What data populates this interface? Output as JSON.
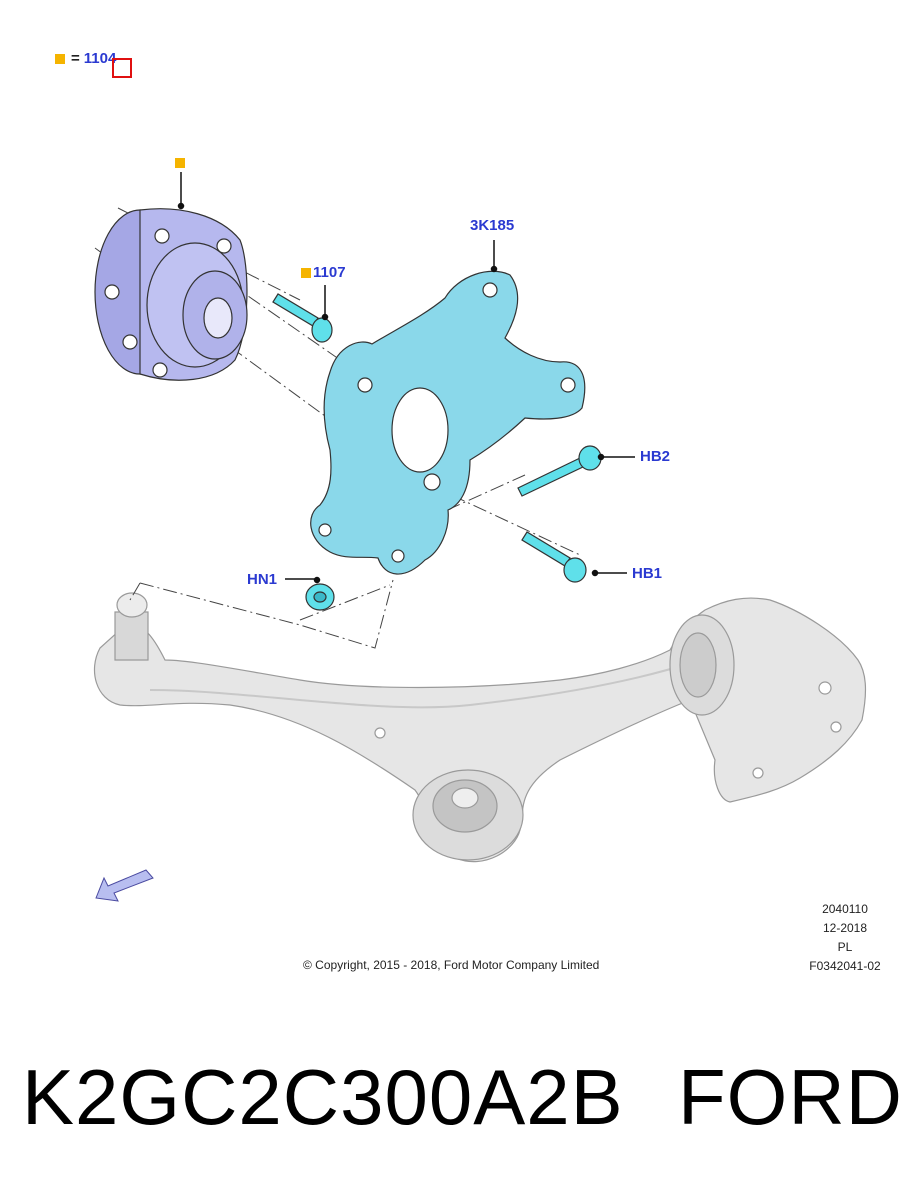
{
  "legend": {
    "marker_color": "#f5b400",
    "symbol": "=",
    "part": "1104"
  },
  "callouts": {
    "hub_marker": "",
    "bolt_top": "1107",
    "knuckle": "3K185",
    "hb2": "HB2",
    "hb1": "HB1",
    "hn1": "HN1"
  },
  "copyright": "© Copyright, 2015 - 2018, Ford Motor Company Limited",
  "meta": {
    "line1": "2040110",
    "line2": "12-2018",
    "line3": "PL",
    "line4": "F0342041-02"
  },
  "part_number": "K2GC2C300A2B",
  "brand": "FORD",
  "colors": {
    "callout_text": "#2b3ad1",
    "hub": "#b4b6ec",
    "knuckle": "#8ad8ea",
    "bolts": "#5fe0ea",
    "control_arm": "#e4e4e4",
    "marker": "#f5b400"
  }
}
